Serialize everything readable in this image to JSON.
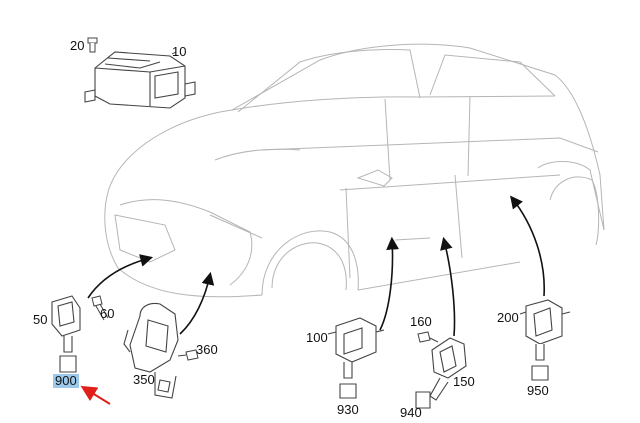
{
  "labels": {
    "p10": "10",
    "p20": "20",
    "p50": "50",
    "p60": "60",
    "p100": "100",
    "p150": "150",
    "p160": "160",
    "p200": "200",
    "p350": "350",
    "p360": "360",
    "p900": "900",
    "p930": "930",
    "p940": "940",
    "p950": "950"
  },
  "colors": {
    "line": "#555555",
    "car_line": "#b5b5b5",
    "highlight": "#9cc9ea",
    "pointer": "#e0201a"
  }
}
